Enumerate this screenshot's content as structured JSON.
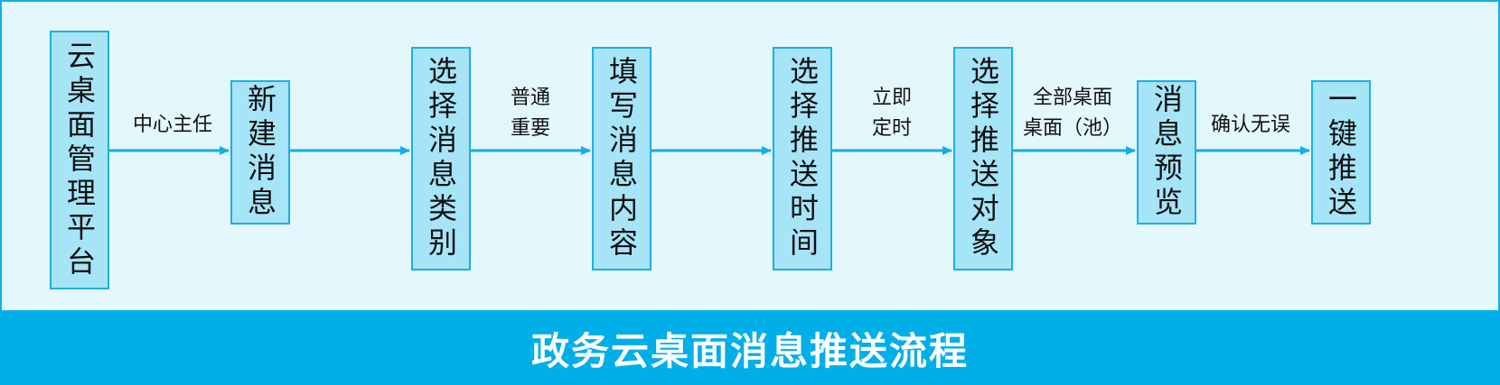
{
  "accent_color": "#00aee8",
  "node_fill": "#a6e4f8",
  "panel_bg": "#e4f7fd",
  "title": "政务云桌面消息推送流程",
  "nodes": [
    {
      "id": "platform",
      "text": "云桌面管理平台"
    },
    {
      "id": "new-message",
      "text": "新建消息"
    },
    {
      "id": "select-category",
      "text": "选择消息类别"
    },
    {
      "id": "fill-content",
      "text": "填写消息内容"
    },
    {
      "id": "select-time",
      "text": "选择推送时间"
    },
    {
      "id": "select-target",
      "text": "选择推送对象"
    },
    {
      "id": "preview",
      "text": "消息预览"
    },
    {
      "id": "push",
      "text": "一键推送"
    }
  ],
  "edges": [
    {
      "from": "platform",
      "to": "new-message",
      "lines": [
        "中心主任"
      ]
    },
    {
      "from": "new-message",
      "to": "select-category",
      "lines": []
    },
    {
      "from": "select-category",
      "to": "fill-content",
      "lines": [
        "普通",
        "重要"
      ]
    },
    {
      "from": "fill-content",
      "to": "select-time",
      "lines": []
    },
    {
      "from": "select-time",
      "to": "select-target",
      "lines": [
        "立即",
        "定时"
      ]
    },
    {
      "from": "select-target",
      "to": "preview",
      "lines": [
        "全部桌面",
        "桌面（池）"
      ]
    },
    {
      "from": "preview",
      "to": "push",
      "lines": [
        "确认无误"
      ]
    }
  ]
}
